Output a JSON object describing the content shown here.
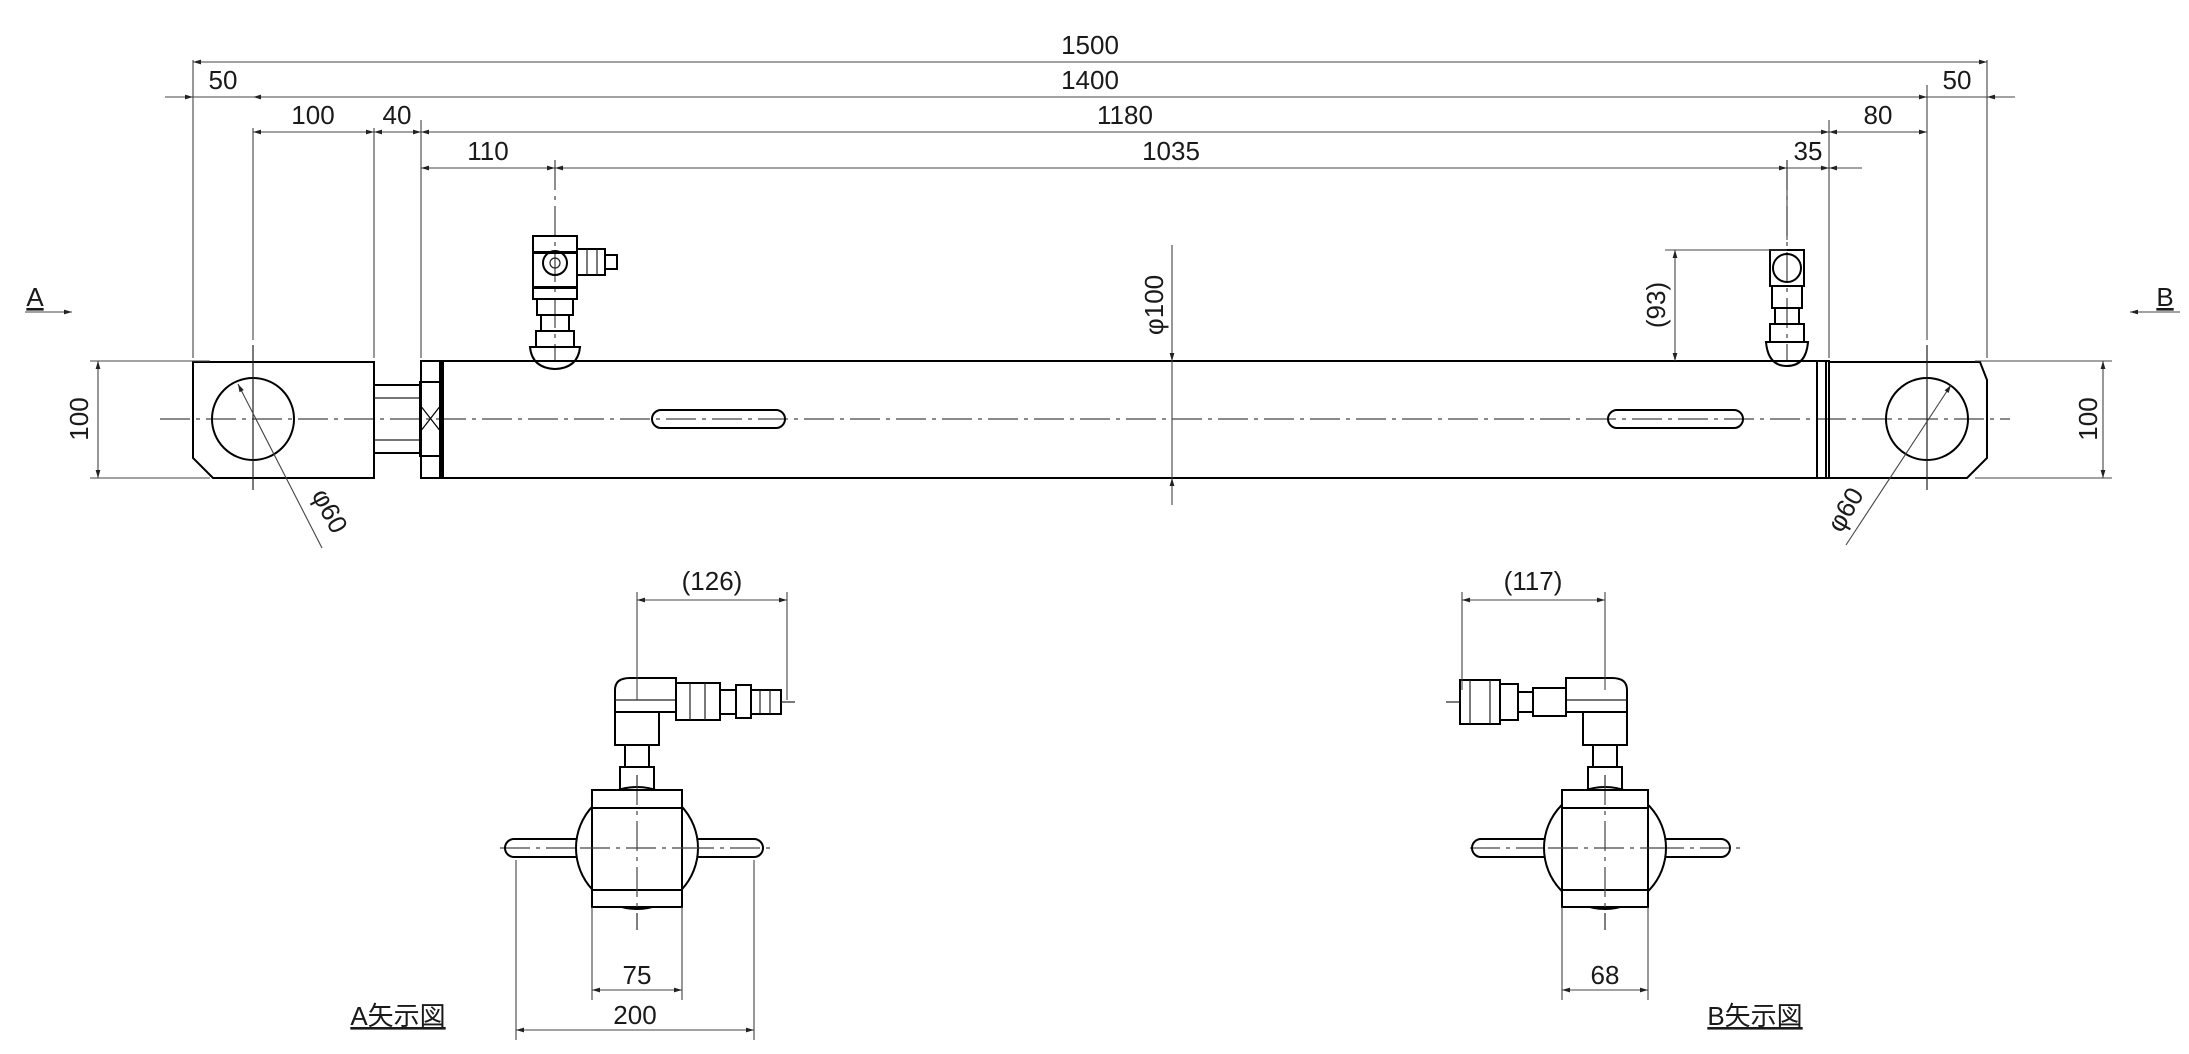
{
  "dimensions": {
    "overall_1500": "1500",
    "left_50": "50",
    "body_1400": "1400",
    "right_50": "50",
    "clevis_100": "100",
    "gap_40": "40",
    "tube_1180": "1180",
    "right_80": "80",
    "port_110": "110",
    "port_1035": "1035",
    "right_35": "35",
    "port_height_93": "(93)",
    "tube_dia_100": "φ100",
    "left_height_100": "100",
    "right_height_100": "100",
    "left_hole_60": "φ60",
    "right_hole_60": "φ60",
    "viewA_126": "(126)",
    "viewA_75": "75",
    "viewA_200": "200",
    "viewB_117": "(117)",
    "viewB_68": "68"
  },
  "view_arrows": {
    "a": "A",
    "b": "B"
  },
  "view_titles": {
    "a": "A矢示図",
    "b": "B矢示図"
  },
  "colors": {
    "line": "#000000",
    "background": "#ffffff"
  }
}
